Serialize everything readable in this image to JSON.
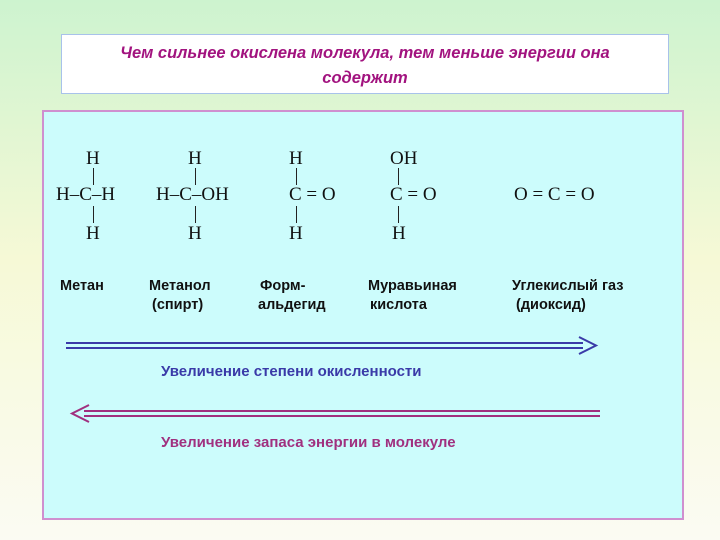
{
  "title": {
    "line1": "Чем сильнее окислена молекула, тем меньше энергии она",
    "line2": "содержит"
  },
  "molecules": [
    {
      "top": "H",
      "middle": "H–C–H",
      "bottom": "H",
      "name_line1": "Метан",
      "name_line2": ""
    },
    {
      "top": "H",
      "middle": "H–C–OH",
      "bottom": "H",
      "name_line1": "Метанол",
      "name_line2": "(спирт)"
    },
    {
      "top": "H",
      "middle": "C = O",
      "bottom": "H",
      "name_line1": "Форм-",
      "name_line2": "альдегид"
    },
    {
      "top": "OH",
      "middle": "C = O",
      "bottom": "H",
      "name_line1": "Муравьиная",
      "name_line2": "кислота"
    },
    {
      "top": "",
      "middle": "O = C = O",
      "bottom": "",
      "name_line1": "Углекислый газ",
      "name_line2": "(диоксид)"
    }
  ],
  "arrows": {
    "oxidation": {
      "caption": "Увеличение степени окисленности",
      "direction": "right",
      "color": "#3a3aa8"
    },
    "energy": {
      "caption": "Увеличение  запаса энергии в молекуле",
      "direction": "left",
      "color": "#a0307f"
    }
  },
  "colors": {
    "title_text": "#a2137f",
    "panel_fill": "#ccfcfc",
    "panel_border": "#cf8fcf",
    "title_border": "#a8c2ea"
  }
}
